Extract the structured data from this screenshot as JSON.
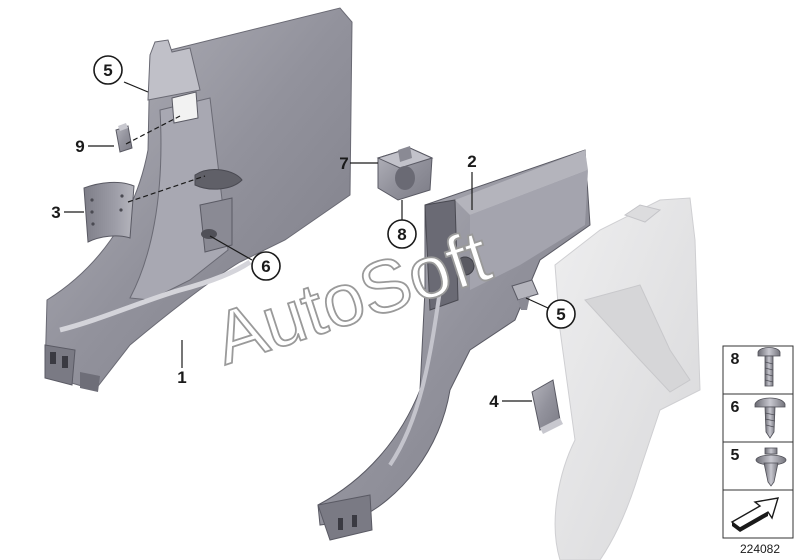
{
  "callouts": [
    {
      "id": "5a",
      "number": "5"
    },
    {
      "id": "9",
      "number": "9"
    },
    {
      "id": "3",
      "number": "3"
    },
    {
      "id": "6",
      "number": "6"
    },
    {
      "id": "1",
      "number": "1"
    },
    {
      "id": "7",
      "number": "7"
    },
    {
      "id": "8",
      "number": "8"
    },
    {
      "id": "2",
      "number": "2"
    },
    {
      "id": "5b",
      "number": "5"
    },
    {
      "id": "4",
      "number": "4"
    }
  ],
  "legend": [
    {
      "number": "8",
      "part": "screw-icon"
    },
    {
      "number": "6",
      "part": "screw-icon"
    },
    {
      "number": "5",
      "part": "expanding-rivet-icon"
    }
  ],
  "navigation_icon": "arrow-icon",
  "watermark_text": "AutoSoft",
  "diagram_number": "224082",
  "colors": {
    "part_fill": "#9a9aa4",
    "part_dark": "#6e6e78",
    "part_light": "#c4c4cc",
    "ghost_fill": "#e4e4e6",
    "outline": "#1a1a1a"
  }
}
